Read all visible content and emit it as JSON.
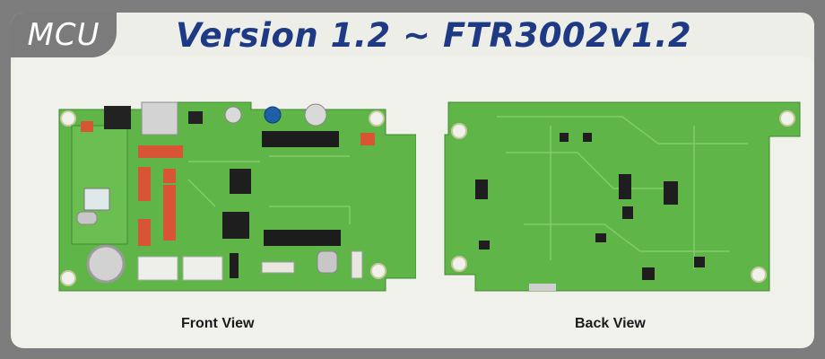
{
  "header": {
    "tag": "MCU",
    "title": "Version 1.2 ~ FTR3002v1.2"
  },
  "views": {
    "front_label": "Front View",
    "back_label": "Back View"
  },
  "colors": {
    "title_blue": "#1f3a84",
    "frame_gray": "#7b7b7b",
    "panel_bg": "#f1f1ec",
    "pcb_green": "#5fb548"
  },
  "icons": {
    "front_board": "circuit-board-front-photo",
    "back_board": "circuit-board-back-photo"
  }
}
